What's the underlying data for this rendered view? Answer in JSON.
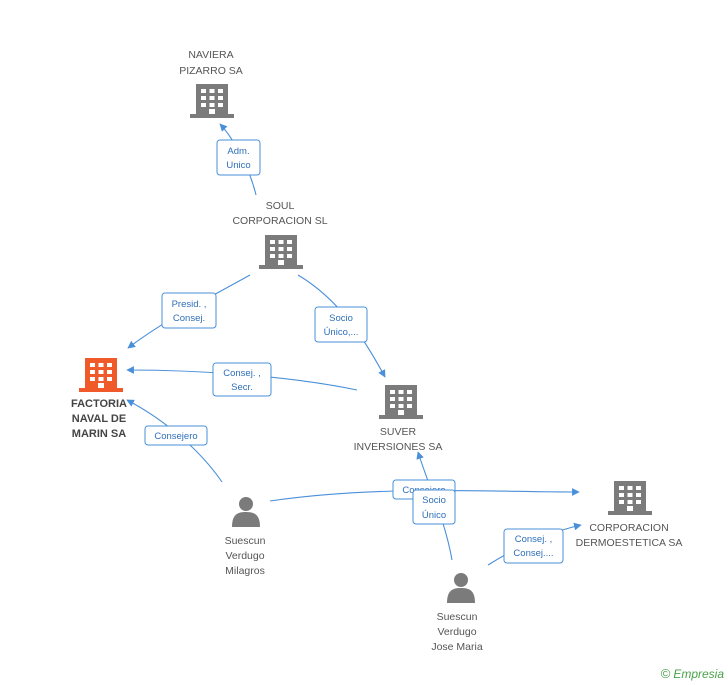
{
  "colors": {
    "edge": "#4a8fd9",
    "company": "#7b7b7b",
    "highlight": "#f05a2a",
    "person": "#7b7b7b"
  },
  "nodes": [
    {
      "id": "naviera",
      "type": "company",
      "lines": [
        "NAVIERA",
        "PIZARRO SA"
      ],
      "icon": "building-icon"
    },
    {
      "id": "soul",
      "type": "company",
      "lines": [
        "SOUL",
        "CORPORACION SL"
      ],
      "icon": "building-icon"
    },
    {
      "id": "factoria",
      "type": "company",
      "main": true,
      "lines": [
        "FACTORIA",
        "NAVAL DE",
        "MARIN SA"
      ],
      "icon": "building-icon"
    },
    {
      "id": "suver",
      "type": "company",
      "lines": [
        "SUVER",
        "INVERSIONES SA"
      ],
      "icon": "building-icon"
    },
    {
      "id": "dermo",
      "type": "company",
      "lines": [
        "CORPORACION",
        "DERMOESTETICA SA"
      ],
      "icon": "building-icon"
    },
    {
      "id": "milagros",
      "type": "person",
      "lines": [
        "Suescun",
        "Verdugo",
        "Milagros"
      ],
      "icon": "person-icon"
    },
    {
      "id": "josemaria",
      "type": "person",
      "lines": [
        "Suescun",
        "Verdugo",
        "Jose Maria"
      ],
      "icon": "person-icon"
    }
  ],
  "edges": [
    {
      "id": "soul-naviera",
      "lines": [
        "Adm.",
        "Unico"
      ]
    },
    {
      "id": "soul-factoria",
      "lines": [
        "Presid. ,",
        "Consej."
      ]
    },
    {
      "id": "soul-suver",
      "lines": [
        "Socio",
        "Único,..."
      ]
    },
    {
      "id": "suver-factoria",
      "lines": [
        "Consej. ,",
        "Secr."
      ]
    },
    {
      "id": "milagros-factoria",
      "lines": [
        "Consejero"
      ]
    },
    {
      "id": "milagros-dermo",
      "lines": [
        "Consejero"
      ]
    },
    {
      "id": "josemaria-suver",
      "lines": [
        "Socio",
        "Único"
      ]
    },
    {
      "id": "josemaria-dermo",
      "lines": [
        "Consej. ,",
        "Consej...."
      ]
    }
  ],
  "brand": {
    "symbol": "©",
    "name": "Empresia"
  }
}
